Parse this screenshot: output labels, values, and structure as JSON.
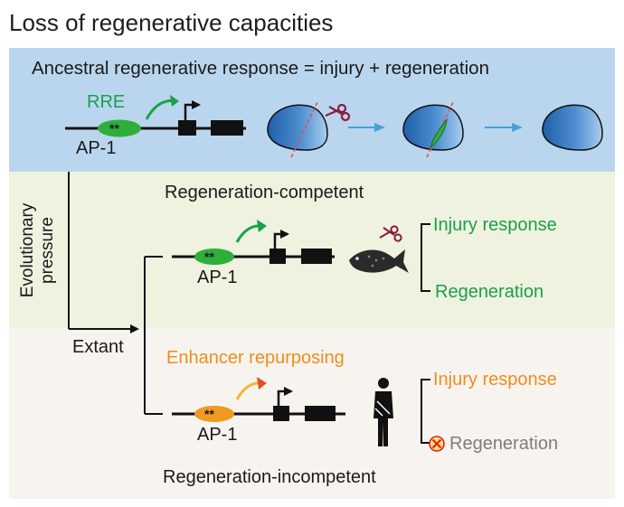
{
  "title": "Loss of regenerative capacities",
  "ancestral": {
    "heading": "Ancestral regenerative response = injury + regeneration",
    "rre_label": "RRE",
    "ap1_label": "AP-1",
    "enhancer_marks": "**"
  },
  "evolution": {
    "line1": "Evolutionary",
    "line2": "pressure",
    "extant_label": "Extant"
  },
  "competent": {
    "heading": "Regeneration-competent",
    "ap1_label": "AP-1",
    "enhancer_marks": "**",
    "outcome_injury": "Injury response",
    "outcome_regen": "Regeneration"
  },
  "incompetent": {
    "heading": "Regeneration-incompetent",
    "repurpose_label": "Enhancer repurposing",
    "ap1_label": "AP-1",
    "enhancer_marks": "**",
    "outcome_injury": "Injury response",
    "outcome_regen": "Regeneration"
  },
  "colors": {
    "green": "#1aa04a",
    "orange": "#f08c1e",
    "blue_panel": "#bad6ef",
    "green_panel": "#eef2df",
    "arrow_blue": "#4a9fd8",
    "scissors": "#8b1a3a"
  },
  "icons": [
    "scissors-icon",
    "fin-icon",
    "fish-icon",
    "human-figure-icon",
    "blocked-x-icon"
  ]
}
